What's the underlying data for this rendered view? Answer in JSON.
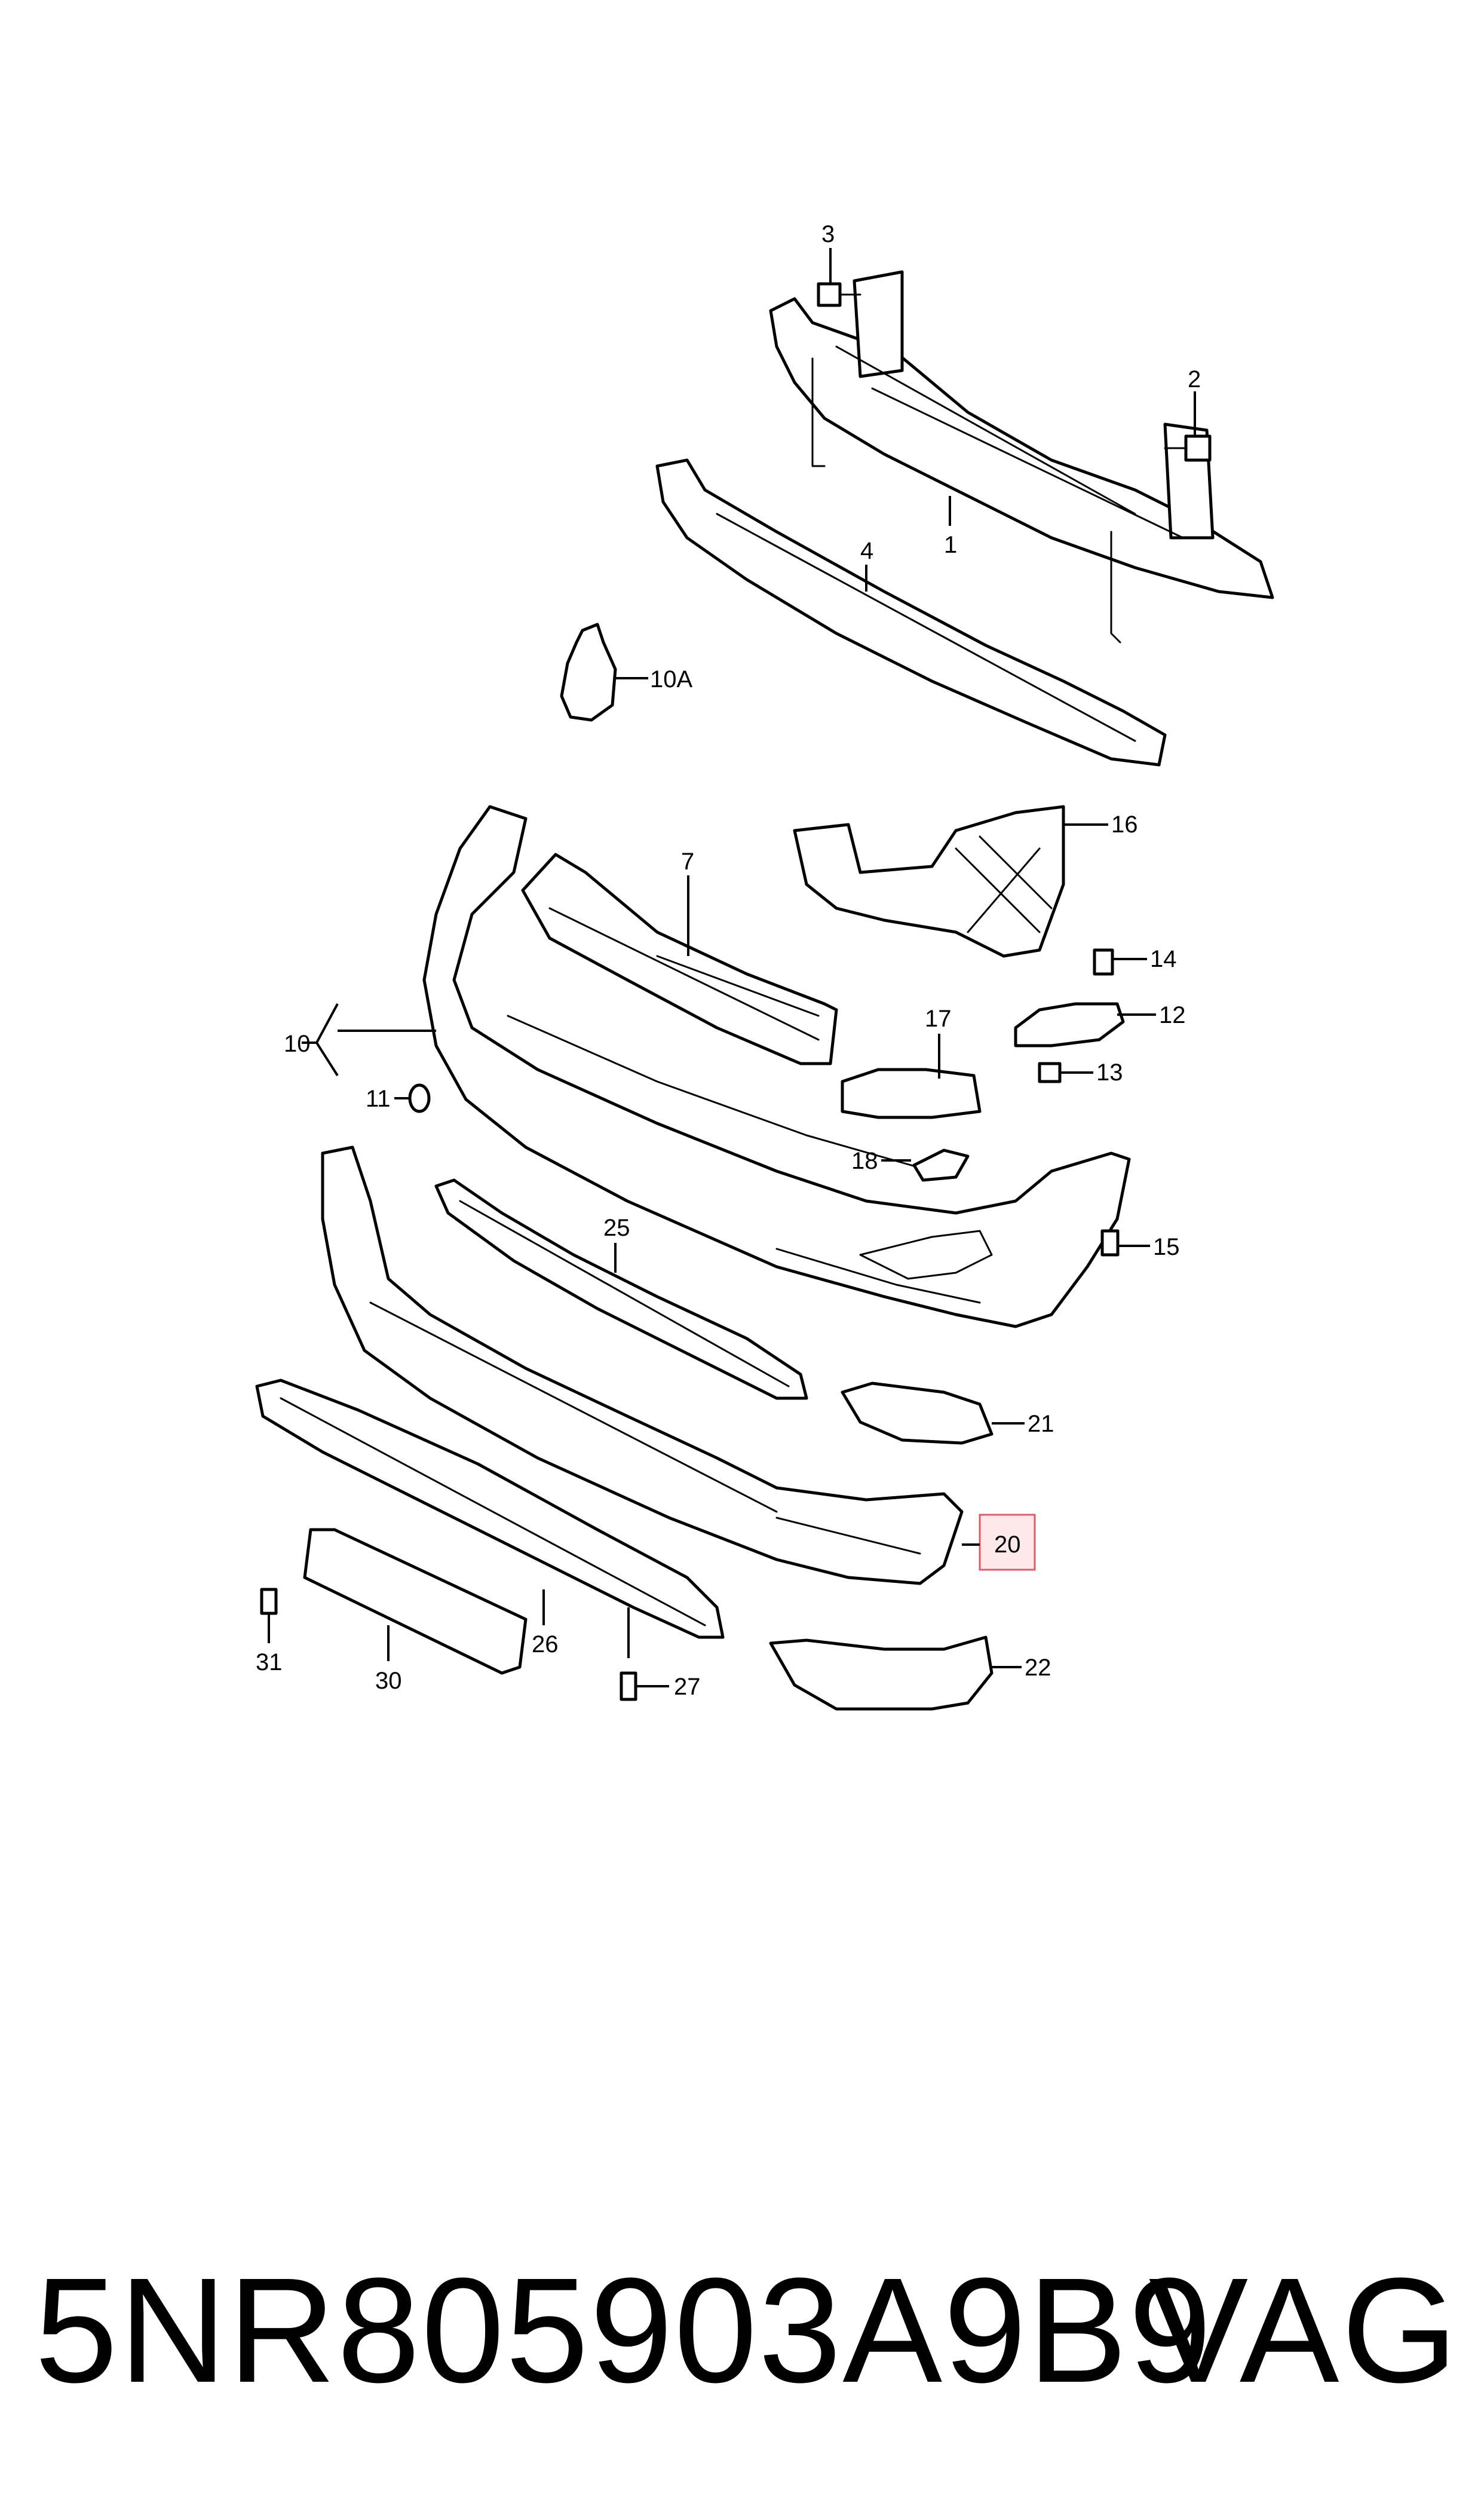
{
  "diagram": {
    "callouts": [
      {
        "id": "1",
        "label": "1"
      },
      {
        "id": "2",
        "label": "2"
      },
      {
        "id": "3",
        "label": "3"
      },
      {
        "id": "4",
        "label": "4"
      },
      {
        "id": "7",
        "label": "7"
      },
      {
        "id": "10",
        "label": "10"
      },
      {
        "id": "10A",
        "label": "10A"
      },
      {
        "id": "11",
        "label": "11"
      },
      {
        "id": "12",
        "label": "12"
      },
      {
        "id": "13",
        "label": "13"
      },
      {
        "id": "14",
        "label": "14"
      },
      {
        "id": "15",
        "label": "15"
      },
      {
        "id": "16",
        "label": "16"
      },
      {
        "id": "17",
        "label": "17"
      },
      {
        "id": "18",
        "label": "18"
      },
      {
        "id": "20",
        "label": "20",
        "highlighted": true
      },
      {
        "id": "21",
        "label": "21"
      },
      {
        "id": "22",
        "label": "22"
      },
      {
        "id": "25",
        "label": "25"
      },
      {
        "id": "26",
        "label": "26"
      },
      {
        "id": "27",
        "label": "27"
      },
      {
        "id": "30",
        "label": "30"
      },
      {
        "id": "31",
        "label": "31"
      }
    ],
    "highlight_color": "#e35a6a",
    "highlight_fill": "#ffe8ea"
  },
  "footer": {
    "part_number": "5NR805903A9B9",
    "brand": "VAG"
  }
}
